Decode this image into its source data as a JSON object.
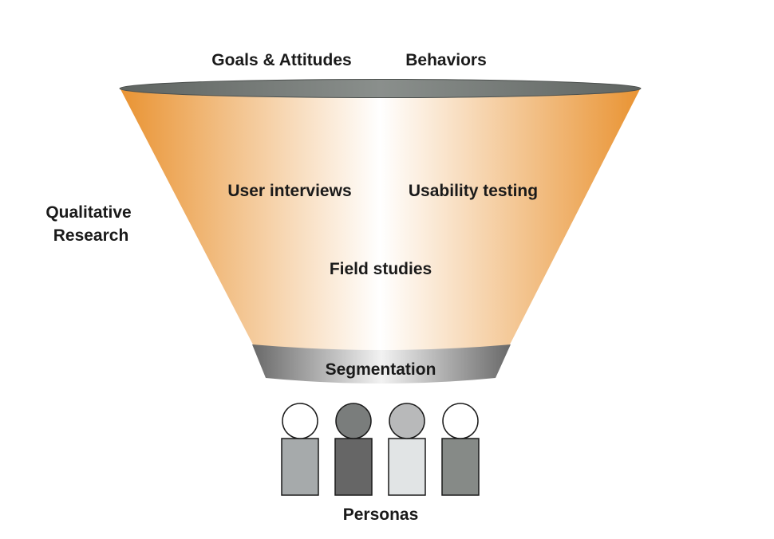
{
  "top_labels": {
    "left": "Goals & Attitudes",
    "right": "Behaviors"
  },
  "side_label": {
    "line1": "Qualitative",
    "line2": "Research"
  },
  "funnel_methods": {
    "interviews": "User interviews",
    "usability": "Usability testing",
    "field": "Field studies"
  },
  "funnel_base": "Segmentation",
  "bottom_label": "Personas",
  "personas": [
    {
      "name": "persona-1",
      "head_color": "#ffffff",
      "body_color": "#a6aaab"
    },
    {
      "name": "persona-2",
      "head_color": "#7a7d7c",
      "body_color": "#666666"
    },
    {
      "name": "persona-3",
      "head_color": "#b8b9ba",
      "body_color": "#e1e4e5"
    },
    {
      "name": "persona-4",
      "head_color": "#ffffff",
      "body_color": "#868a87"
    }
  ],
  "colors": {
    "funnel_edge": "#e99332",
    "funnel_center": "#ffffff",
    "funnel_rim": "#6e7370",
    "base_dark": "#6a6a6a",
    "base_light": "#f2f2f2"
  }
}
